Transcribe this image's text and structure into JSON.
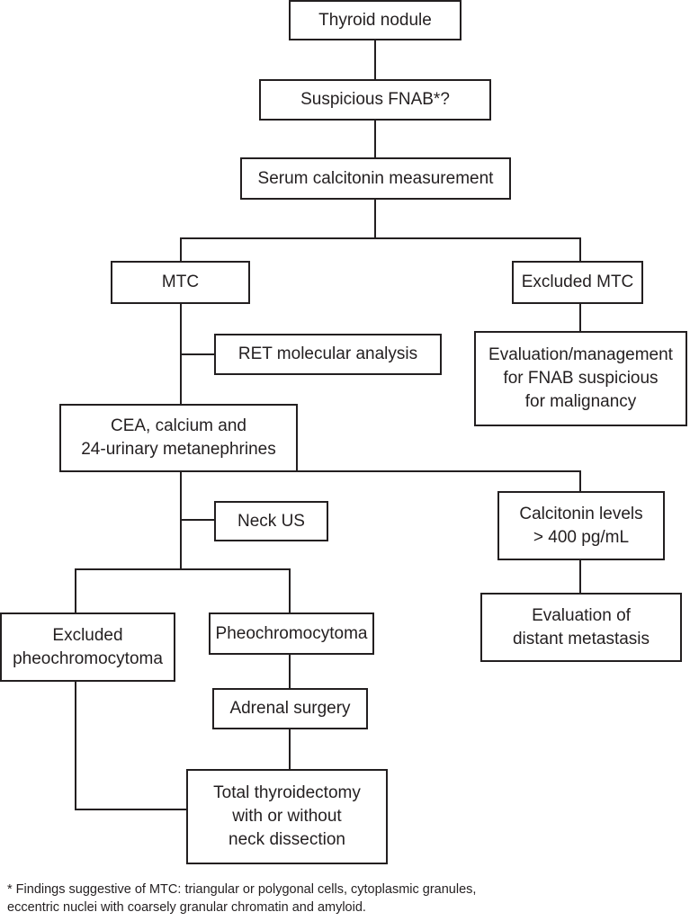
{
  "diagram": {
    "thyroid_nodule": [
      "Thyroid nodule"
    ],
    "suspicious_fnab": [
      "Suspicious FNAB*?"
    ],
    "serum_calcitonin": [
      "Serum calcitonin measurement"
    ],
    "mtc": [
      "MTC"
    ],
    "excluded_mtc": [
      "Excluded MTC"
    ],
    "ret_analysis": [
      "RET molecular analysis"
    ],
    "evaluation_management": [
      "Evaluation/management",
      "for FNAB suspicious",
      "for malignancy"
    ],
    "cea_calcium": [
      "CEA, calcium and",
      "24-urinary metanephrines"
    ],
    "neck_us": [
      "Neck US"
    ],
    "calcitonin_levels": [
      "Calcitonin levels",
      "> 400 pg/mL"
    ],
    "excluded_pheo": [
      "Excluded",
      "pheochromocytoma"
    ],
    "pheochromocytoma": [
      "Pheochromocytoma"
    ],
    "distant_metastasis": [
      "Evaluation of",
      "distant metastasis"
    ],
    "adrenal_surgery": [
      "Adrenal surgery"
    ],
    "total_thyroidectomy": [
      "Total thyroidectomy",
      "with or without",
      "neck dissection"
    ]
  },
  "footnote": [
    "* Findings suggestive of MTC: triangular or polygonal cells, cytoplasmic granules,",
    "eccentric nuclei with coarsely granular chromatin and amyloid."
  ]
}
